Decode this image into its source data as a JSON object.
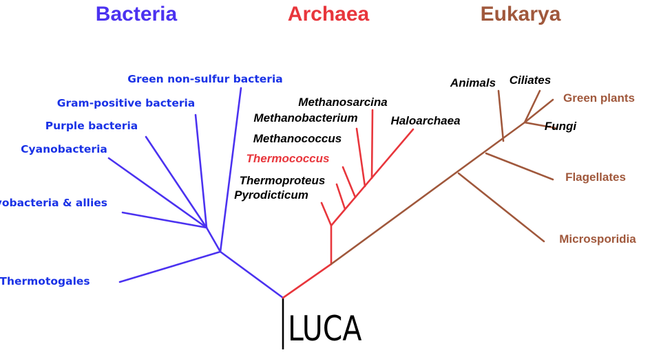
{
  "colors": {
    "bacteria": "#4b32f0",
    "archaea": "#e8363c",
    "eukarya": "#a0583c",
    "bacteria_text": "#1a32e6",
    "black": "#000000"
  },
  "domains": {
    "bacteria": "Bacteria",
    "archaea": "Archaea",
    "eukarya": "Eukarya"
  },
  "root": "LUCA",
  "bacteria": {
    "green_nonsulfur": "Green non-sulfur bacteria",
    "gram_positive": "Gram-positive bacteria",
    "purple": "Purple bacteria",
    "cyanobacteria": "Cyanobacteria",
    "flavobacteria": "Flavobacteria & allies",
    "thermotogales": "Thermotogales"
  },
  "archaea": {
    "methanosarcina": "Methanosarcina",
    "methanobacterium": "Methanobacterium",
    "haloarchaea": "Haloarchaea",
    "methanococcus": "Methanococcus",
    "thermococcus": "Thermococcus",
    "thermoproteus": "Thermoproteus",
    "pyrodicticum": "Pyrodicticum"
  },
  "eukarya": {
    "animals": "Animals",
    "ciliates": "Ciliates",
    "green_plants": "Green plants",
    "fungi": "Fungi",
    "flagellates": "Flagellates",
    "microsporidia": "Microsporidia"
  }
}
